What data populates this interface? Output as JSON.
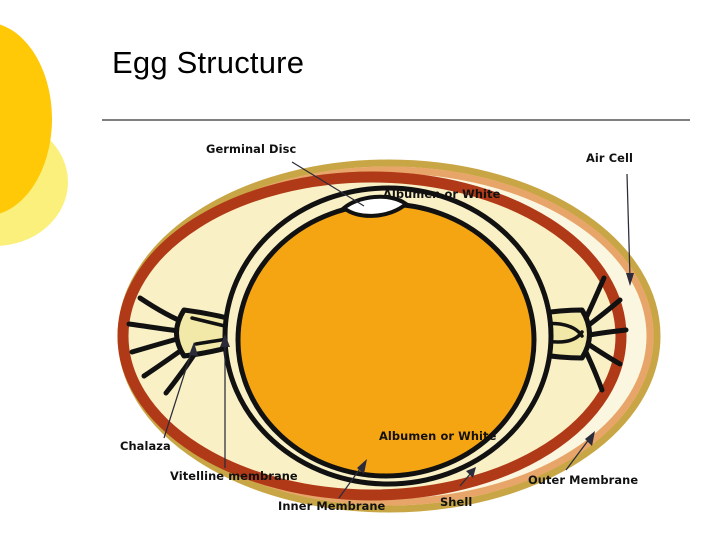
{
  "slide": {
    "background_color": "#FFFFFF",
    "title": "Egg Structure",
    "divider_color": "#808080",
    "decoration": {
      "circle_dark_color": "#FFC907",
      "circle_light_color": "#FCF07D"
    }
  },
  "diagram": {
    "name": "egg-structure-cross-section",
    "colors": {
      "shell": "#C9A645",
      "shell_inner_line": "#F6E6B0",
      "outer_membrane": "#E8A56A",
      "inner_membrane": "#B03A18",
      "albumen": "#F9F0C6",
      "albumen_light": "#FBF6DF",
      "yolk": "#F5A512",
      "yolk_outline": "#111111",
      "chalaza": "#F2E8A8",
      "germinal_disc": "#FFFFFF",
      "air_cell": "#FFFFFF"
    },
    "labels": [
      {
        "id": "germinal-disc",
        "text": "Germinal Disc"
      },
      {
        "id": "air-cell",
        "text": "Air Cell"
      },
      {
        "id": "albumen-top",
        "text": "Albumen or White"
      },
      {
        "id": "albumen-bottom",
        "text": "Albumen or White"
      },
      {
        "id": "chalaza",
        "text": "Chalaza"
      },
      {
        "id": "vitelline-membrane",
        "text": "Vitelline membrane"
      },
      {
        "id": "inner-membrane",
        "text": "Inner Membrane"
      },
      {
        "id": "shell",
        "text": "Shell"
      },
      {
        "id": "outer-membrane",
        "text": "Outer Membrane"
      }
    ]
  }
}
